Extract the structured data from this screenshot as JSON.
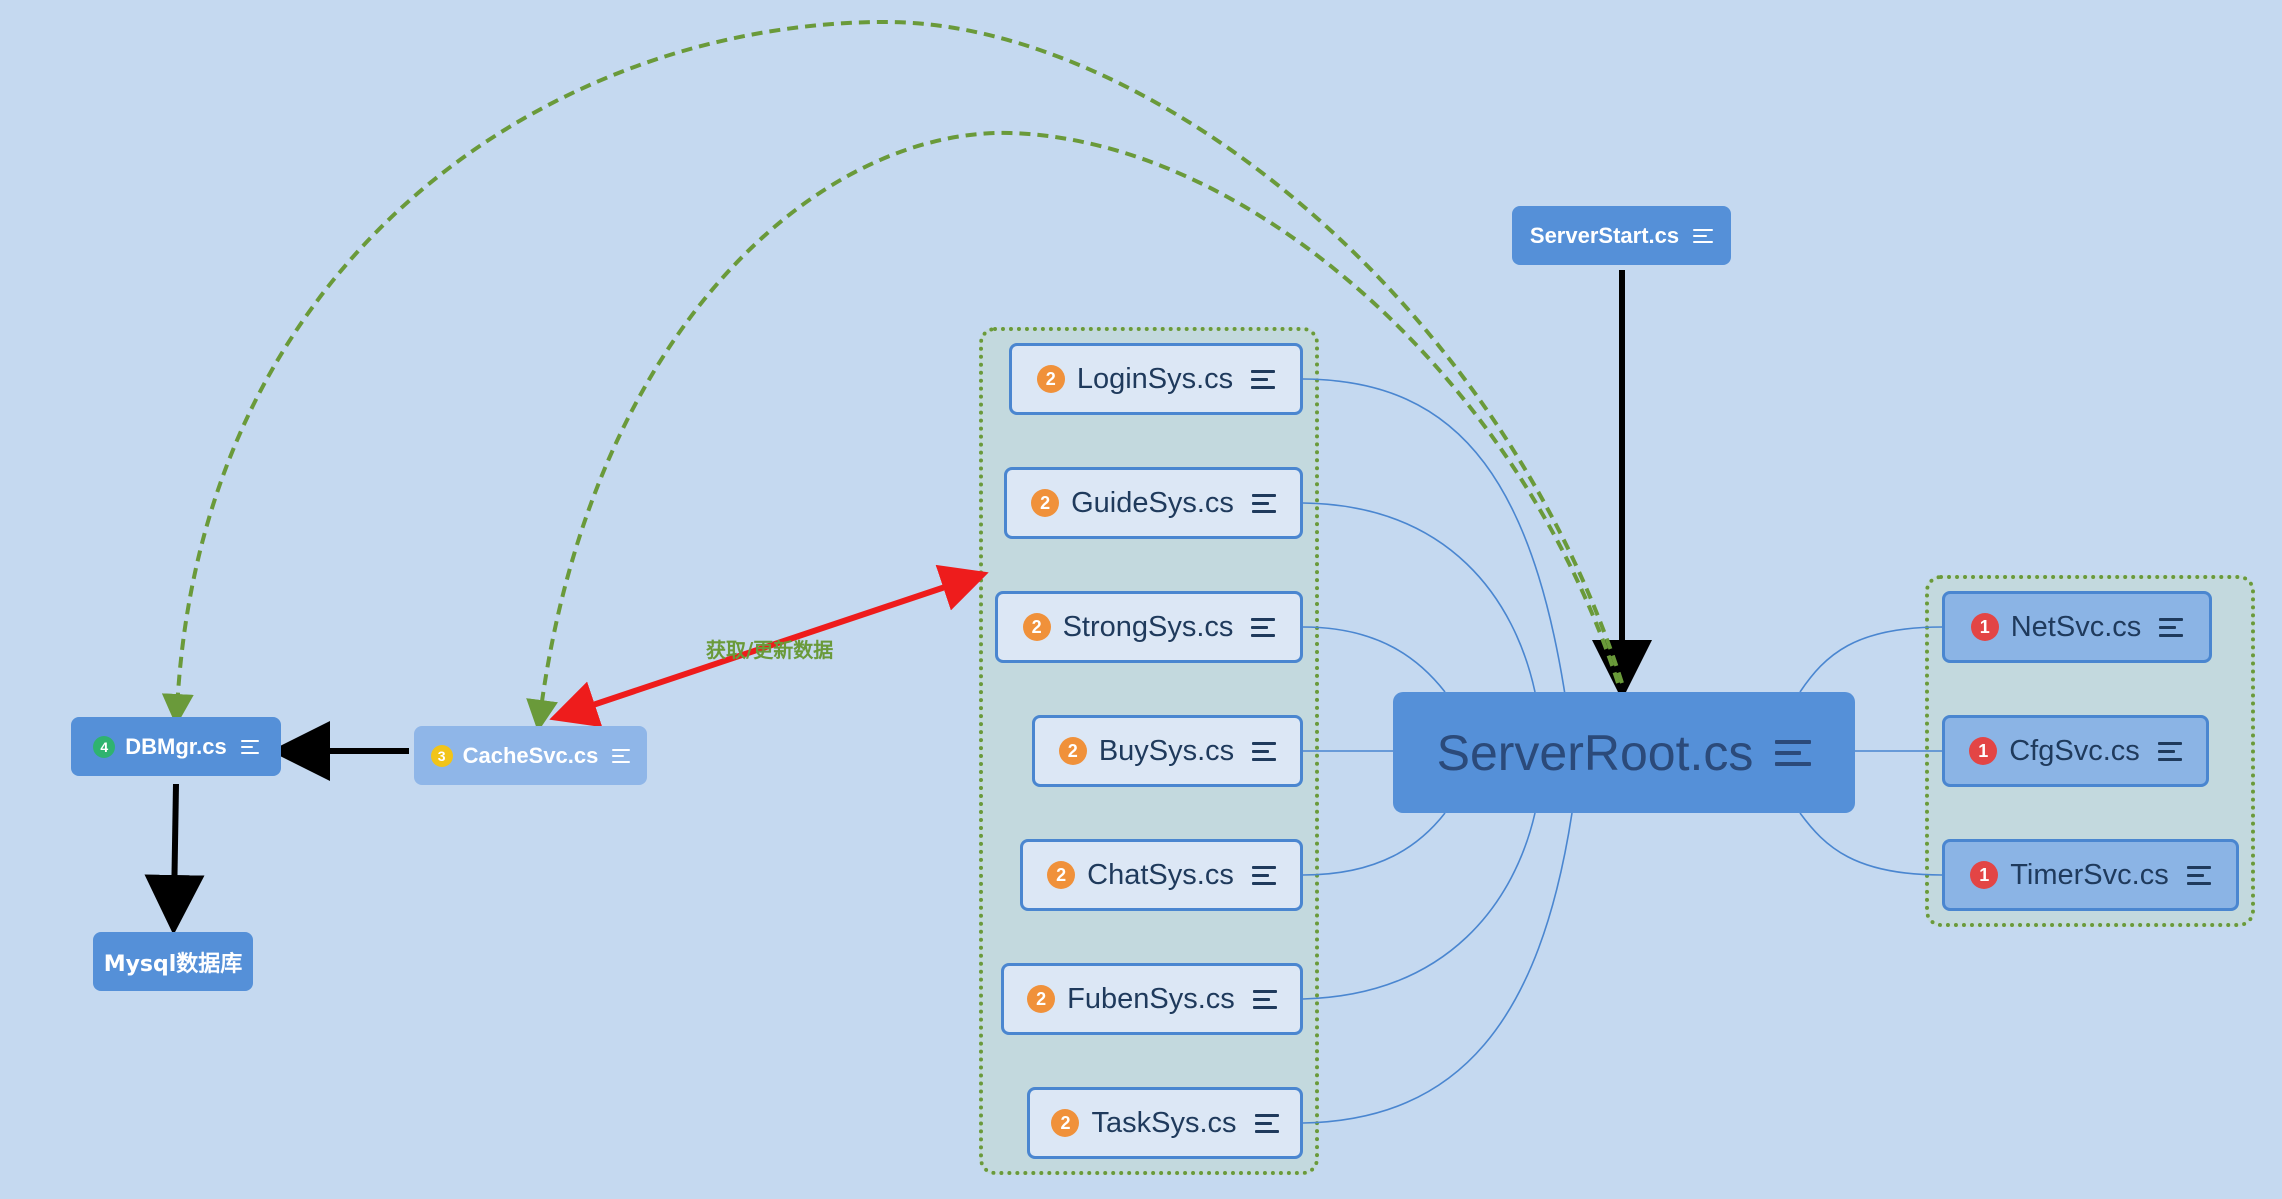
{
  "root": {
    "label": "ServerRoot.cs"
  },
  "start": {
    "label": "ServerStart.cs"
  },
  "systems": [
    {
      "label": "LoginSys.cs",
      "badge": "2"
    },
    {
      "label": "GuideSys.cs",
      "badge": "2"
    },
    {
      "label": "StrongSys.cs",
      "badge": "2"
    },
    {
      "label": "BuySys.cs",
      "badge": "2"
    },
    {
      "label": "ChatSys.cs",
      "badge": "2"
    },
    {
      "label": "FubenSys.cs",
      "badge": "2"
    },
    {
      "label": "TaskSys.cs",
      "badge": "2"
    }
  ],
  "services": [
    {
      "label": "NetSvc.cs",
      "badge": "1"
    },
    {
      "label": "CfgSvc.cs",
      "badge": "1"
    },
    {
      "label": "TimerSvc.cs",
      "badge": "1"
    }
  ],
  "cache": {
    "label": "CacheSvc.cs",
    "badge": "3"
  },
  "dbmgr": {
    "label": "DBMgr.cs",
    "badge": "4"
  },
  "mysql": {
    "label": "Mysql数据库"
  },
  "edge_label": "获取/更新数据",
  "colors": {
    "background": "#c5d9f0",
    "node": "#5590d8",
    "group_border": "#6a9a3a",
    "dashed_arrow": "#6a9a3a",
    "red_arrow": "#ee1c1c",
    "connector": "#4a86d0"
  }
}
